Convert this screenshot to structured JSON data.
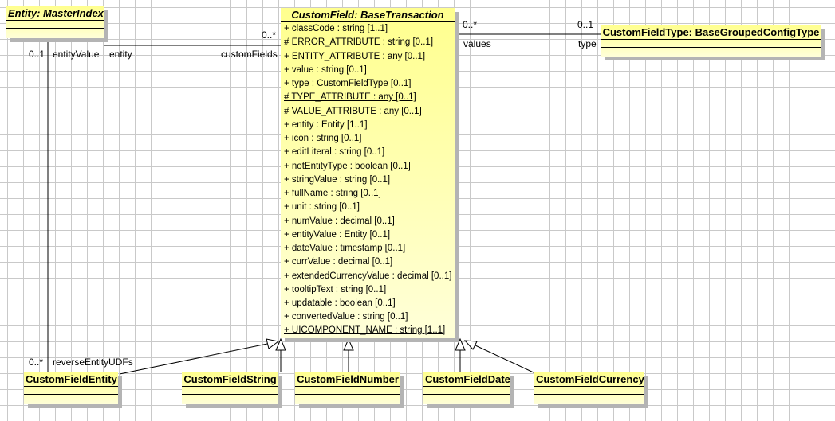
{
  "classes": {
    "entity": {
      "title": "Entity: MasterIndex"
    },
    "customField": {
      "title": "CustomField: BaseTransaction",
      "attributes": [
        {
          "text": "+ classCode : string [1..1]",
          "underline": false
        },
        {
          "text": "# ERROR_ATTRIBUTE : string [0..1]",
          "underline": false
        },
        {
          "text": "+ ENTITY_ATTRIBUTE : any [0..1]",
          "underline": true
        },
        {
          "text": "+ value : string [0..1]",
          "underline": false
        },
        {
          "text": "+ type : CustomFieldType [0..1]",
          "underline": false
        },
        {
          "text": "# TYPE_ATTRIBUTE : any [0..1]",
          "underline": true
        },
        {
          "text": "# VALUE_ATTRIBUTE : any [0..1]",
          "underline": true
        },
        {
          "text": "+ entity : Entity [1..1]",
          "underline": false
        },
        {
          "text": "+ icon : string [0..1]",
          "underline": true
        },
        {
          "text": "+ editLiteral : string [0..1]",
          "underline": false
        },
        {
          "text": "+ notEntityType : boolean [0..1]",
          "underline": false
        },
        {
          "text": "+ stringValue : string [0..1]",
          "underline": false
        },
        {
          "text": "+ fullName : string [0..1]",
          "underline": false
        },
        {
          "text": "+ unit : string [0..1]",
          "underline": false
        },
        {
          "text": "+ numValue : decimal [0..1]",
          "underline": false
        },
        {
          "text": "+ entityValue : Entity [0..1]",
          "underline": false
        },
        {
          "text": "+ dateValue : timestamp [0..1]",
          "underline": false
        },
        {
          "text": "+ currValue : decimal [0..1]",
          "underline": false
        },
        {
          "text": "+ extendedCurrencyValue : decimal [0..1]",
          "underline": false
        },
        {
          "text": "+ tooltipText : string [0..1]",
          "underline": false
        },
        {
          "text": "+ updatable : boolean [0..1]",
          "underline": false
        },
        {
          "text": "+ convertedValue : string [0..1]",
          "underline": false
        },
        {
          "text": "+ UICOMPONENT_NAME : string [1..1]",
          "underline": true,
          "full_line": true
        }
      ]
    },
    "customFieldType": {
      "title": "CustomFieldType: BaseGroupedConfigType"
    },
    "customFieldEntity": {
      "title": "CustomFieldEntity"
    },
    "customFieldString": {
      "title": "CustomFieldString"
    },
    "customFieldNumber": {
      "title": "CustomFieldNumber"
    },
    "customFieldDate": {
      "title": "CustomFieldDate"
    },
    "customFieldCurrency": {
      "title": "CustomFieldCurrency"
    }
  },
  "associations": {
    "entity_customFields": {
      "entity_end_role": "entity",
      "customField_end_role": "customFields",
      "customField_end_multiplicity": "0..*"
    },
    "entityValue_reverseEntityUDFs": {
      "entity_end_multiplicity": "0..1",
      "entity_end_role": "entityValue",
      "customFieldEntity_end_multiplicity": "0..*",
      "customFieldEntity_end_role": "reverseEntityUDFs"
    },
    "values_type": {
      "customField_end_multiplicity": "0..*",
      "customField_end_role": "values",
      "customFieldType_end_multiplicity": "0..1",
      "customFieldType_end_role": "type"
    }
  },
  "colors": {
    "class_fill_top": "#ffff8e",
    "class_fill_bottom": "#ffffd9",
    "shadow": "#b4b4b4",
    "grid_line": "#c9c9c9",
    "line": "#000000"
  }
}
